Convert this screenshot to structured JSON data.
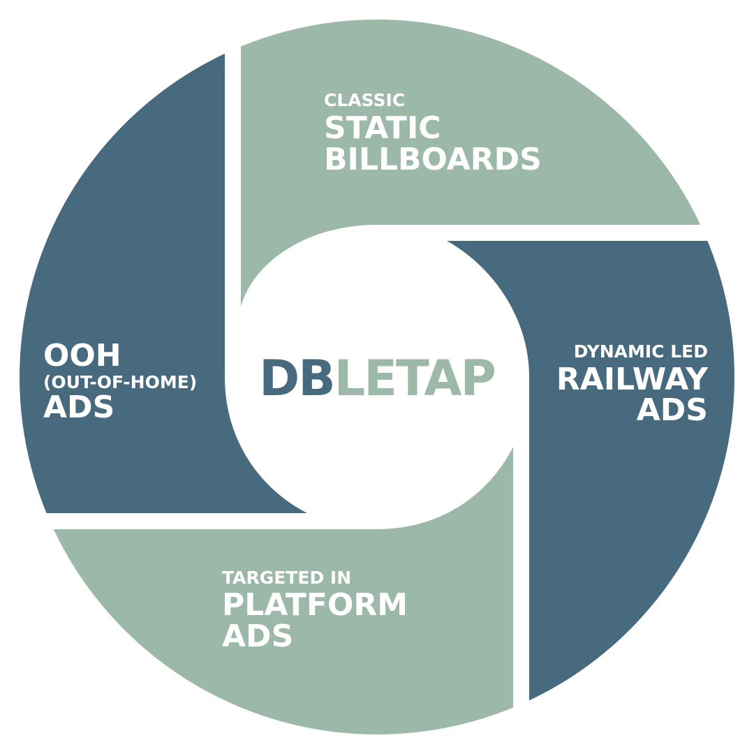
{
  "colors": {
    "sage": "#9cb8a9",
    "slate": "#476a7f",
    "white": "#ffffff"
  },
  "segments": {
    "top": {
      "line1": "CLASSIC",
      "line2": "STATIC",
      "line3": "BILLBOARDS"
    },
    "right": {
      "line1": "DYNAMIC LED",
      "line2": "RAILWAY",
      "line3": "ADS"
    },
    "bottom": {
      "line1": "TARGETED IN",
      "line2": "PLATFORM",
      "line3": "ADS"
    },
    "left": {
      "line1": "OOH",
      "line2": "(OUT-OF-HOME)",
      "line3": "ADS"
    }
  },
  "logo": {
    "part1": "DB",
    "part2": "LETAP"
  }
}
